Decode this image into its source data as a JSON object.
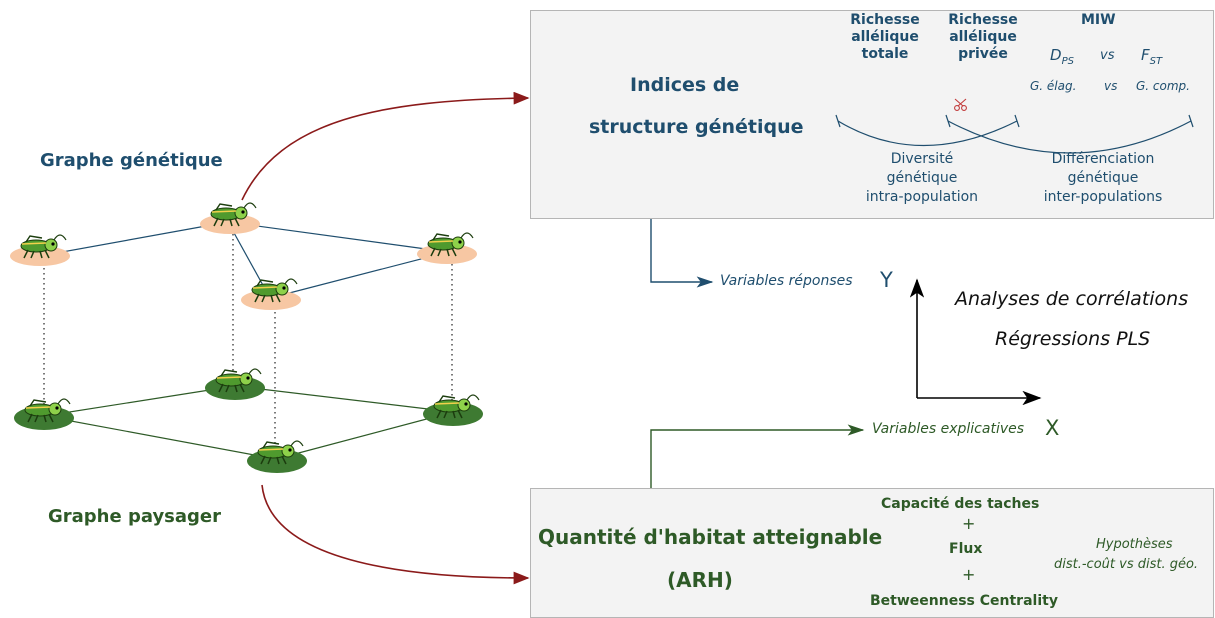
{
  "genetic_graph_title": "Graphe génétique",
  "landscape_graph_title": "Graphe paysager",
  "top_box": {
    "title_line1": "Indices de",
    "title_line2": "structure génétique",
    "col1": [
      "Richesse",
      "allélique",
      "totale"
    ],
    "col2": [
      "Richesse",
      "allélique",
      "privée"
    ],
    "miw_title": "MIW",
    "dps": "D",
    "dps_sub": "PS",
    "vs": "vs",
    "fst": "F",
    "fst_sub": "ST",
    "g_elag": "G. élag.",
    "g_comp": "G. comp.",
    "diversity": [
      "Diversité",
      "génétique",
      "intra-population"
    ],
    "differentiation": [
      "Différenciation",
      "génétique",
      "inter-populations"
    ]
  },
  "response_label": "Variables réponses",
  "y_letter": "Y",
  "explanatory_label": "Variables explicatives",
  "x_letter": "X",
  "analyses": [
    "Analyses de corrélations",
    "Régressions PLS"
  ],
  "bottom_box": {
    "title_line1": "Quantité d'habitat atteignable",
    "title_line2": "(ARH)",
    "capacity": "Capacité des taches",
    "plus": "+",
    "flux": "Flux",
    "betweenness": "Betweenness Centrality",
    "hypotheses_line1": "Hypothèses",
    "hypotheses_line2": "dist.-coût vs dist. géo."
  },
  "colors": {
    "blue": "#1f4e6e",
    "green": "#2e5a27",
    "arrow_red": "#8b1a1a",
    "node_peach": "#f7c7a3",
    "node_green": "#3e7a32"
  }
}
